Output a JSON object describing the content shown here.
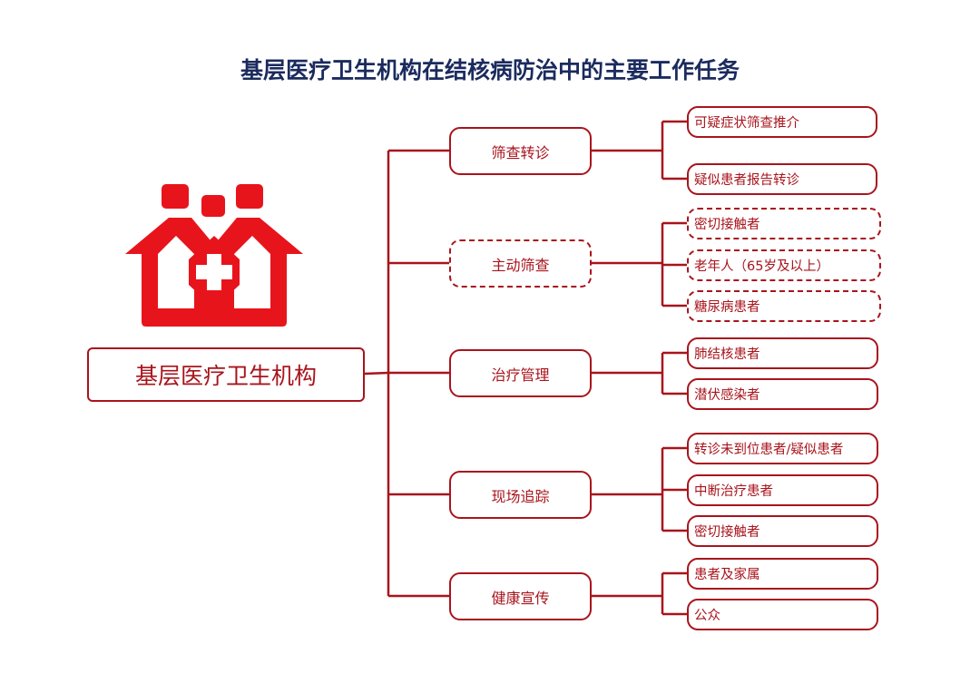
{
  "title": "基层医疗卫生机构在结核病防治中的主要工作任务",
  "root": "基层医疗卫生机构",
  "colors": {
    "accent": "#a8141c",
    "title": "#1b2b5e",
    "logo": "#e8141c"
  },
  "logo_icon": "community-health-house-cross-icon",
  "branches": [
    {
      "label": "筛查转诊",
      "style": "solid",
      "children": [
        {
          "label": "可疑症状筛查推介",
          "style": "solid"
        },
        {
          "label": "疑似患者报告转诊",
          "style": "solid"
        }
      ]
    },
    {
      "label": "主动筛查",
      "style": "dashed",
      "children": [
        {
          "label": "密切接触者",
          "style": "dashed"
        },
        {
          "label": "老年人（65岁及以上）",
          "style": "dashed"
        },
        {
          "label": "糖尿病患者",
          "style": "dashed"
        }
      ]
    },
    {
      "label": "治疗管理",
      "style": "solid",
      "children": [
        {
          "label": "肺结核患者",
          "style": "solid"
        },
        {
          "label": "潜伏感染者",
          "style": "solid"
        }
      ]
    },
    {
      "label": "现场追踪",
      "style": "solid",
      "children": [
        {
          "label": "转诊未到位患者/疑似患者",
          "style": "solid"
        },
        {
          "label": "中断治疗患者",
          "style": "solid"
        },
        {
          "label": "密切接触者",
          "style": "solid"
        }
      ]
    },
    {
      "label": "健康宣传",
      "style": "solid",
      "children": [
        {
          "label": "患者及家属",
          "style": "solid"
        },
        {
          "label": "公众",
          "style": "solid"
        }
      ]
    }
  ]
}
